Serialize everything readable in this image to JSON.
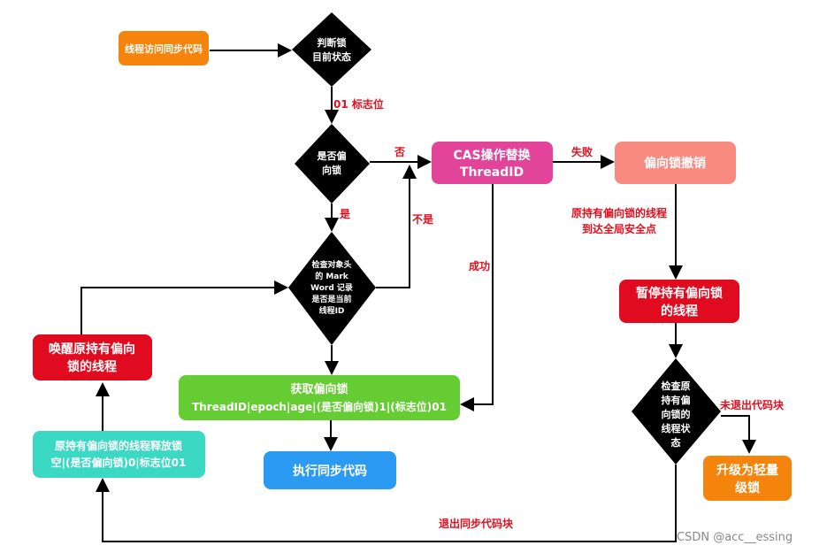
{
  "nodes": {
    "start": "线程访问同步代码",
    "judge": [
      "判断锁",
      "目前状态"
    ],
    "is_biased": [
      "是否偏",
      "向锁"
    ],
    "cas": [
      "CAS操作替换",
      "ThreadID"
    ],
    "revoke": "偏向锁撤销",
    "check_mark": [
      "检查对象头",
      "的 Mark",
      "Word 记录",
      "是否是当前",
      "线程ID"
    ],
    "acquire": [
      "获取偏向锁",
      "ThreadID|epoch|age|(是否偏向锁)1|(标志位)01"
    ],
    "execute": "执行同步代码",
    "pause": [
      "暂停持有偏向锁",
      "的线程"
    ],
    "check_owner": [
      "检查原",
      "持有偏",
      "向锁的",
      "线程状",
      "态"
    ],
    "upgrade": [
      "升级为轻量",
      "级锁"
    ],
    "release": [
      "原持有偏向锁的线程释放锁",
      "空|(是否偏向锁)0|标志位01"
    ],
    "wake": [
      "唤醒原持有偏向",
      "锁的线程"
    ]
  },
  "labels": {
    "flag01": "01 标志位",
    "no": "否",
    "fail": "失败",
    "yes": "是",
    "not": "不是",
    "success": "成功",
    "safepoint": [
      "原持有偏向锁的线程",
      "到达全局安全点"
    ],
    "not_exited": "未退出代码块",
    "exited": "退出同步代码块"
  },
  "watermark": "CSDN @acc__essing",
  "colors": {
    "orange": "#f5840c",
    "pink": "#e2449a",
    "salmon": "#f98a80",
    "green": "#66cc33",
    "blue": "#2b9af3",
    "red": "#e00b1f",
    "teal": "#3bd9c4"
  }
}
